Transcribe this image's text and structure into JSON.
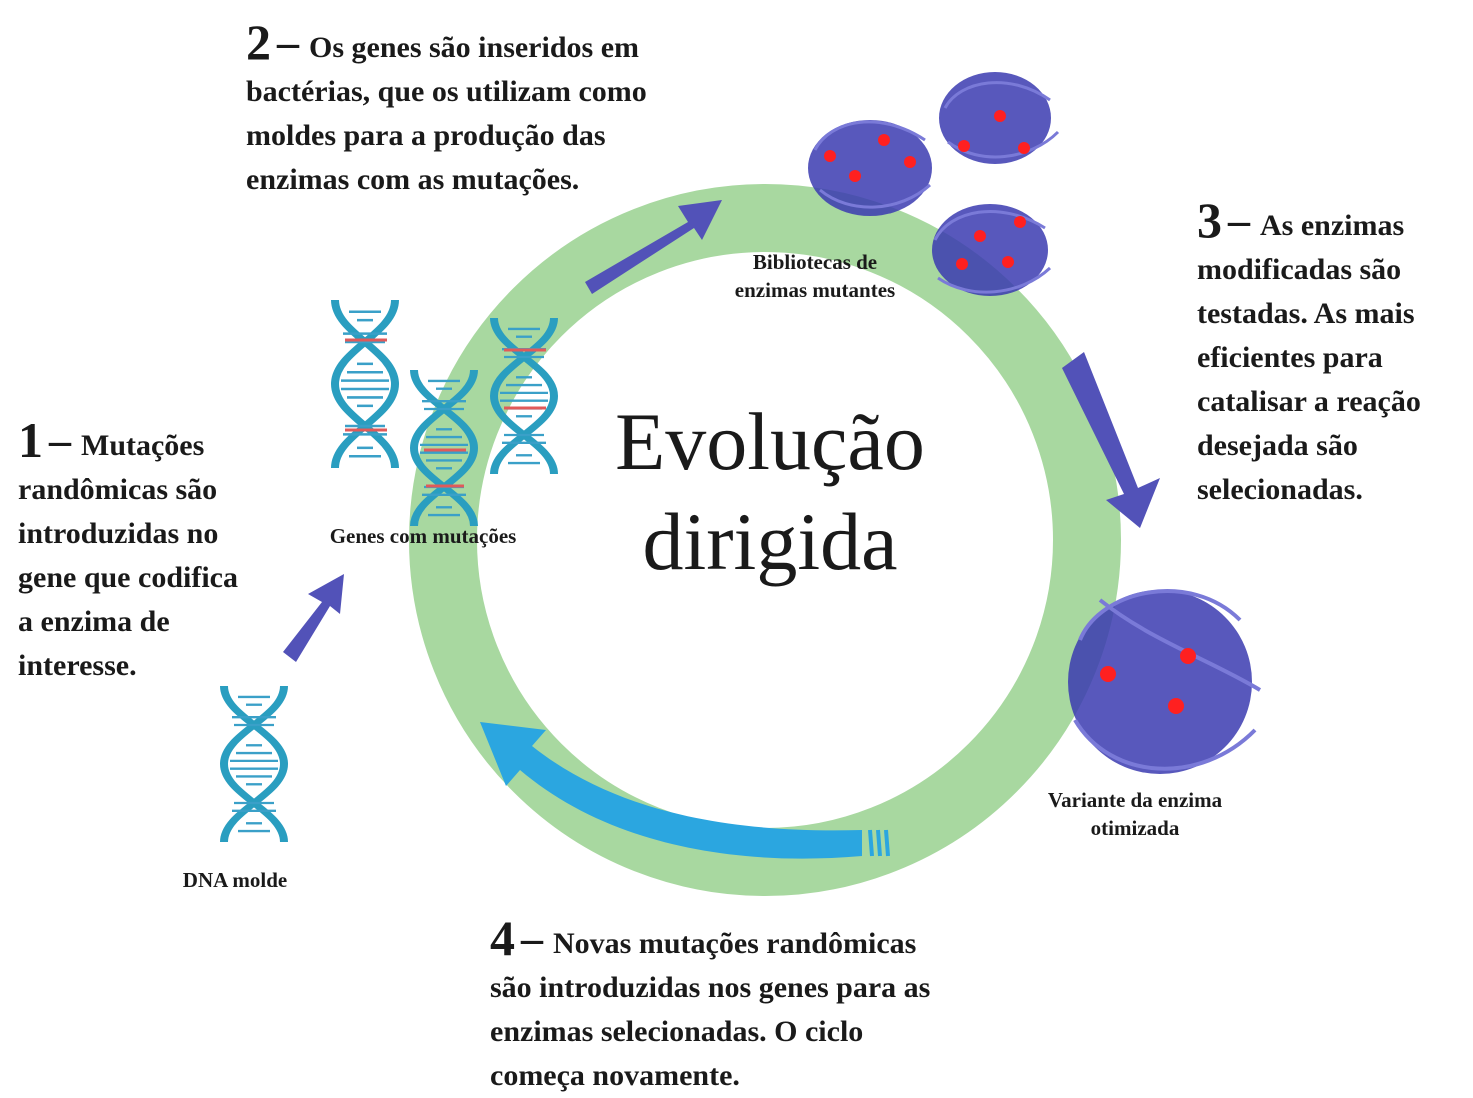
{
  "center_title": [
    "Evolução",
    "dirigida"
  ],
  "steps": [
    {
      "number": "1",
      "dash": "–",
      "text_lines": [
        "Mutações",
        "randômicas são",
        "introduzidas no",
        "gene que codifica",
        "a enzima de",
        "interesse."
      ]
    },
    {
      "number": "2",
      "dash": "–",
      "text_lines": [
        "Os genes são inseridos em",
        "bactérias, que os utilizam como",
        "moldes para a produção das",
        "enzimas com as mutações."
      ]
    },
    {
      "number": "3",
      "dash": "–",
      "text_lines": [
        "As enzimas",
        "modificadas são",
        "testadas.  As mais",
        "eficientes para",
        "catalisar a reação",
        "desejada são",
        "selecionadas."
      ]
    },
    {
      "number": "4",
      "dash": "–",
      "text_lines": [
        "Novas mutações randômicas",
        "são introduzidas nos genes para as",
        "enzimas selecionadas. O ciclo",
        "começa novamente."
      ]
    }
  ],
  "labels": {
    "genes": "Genes com mutações",
    "dna": "DNA molde",
    "libraries": [
      "Bibliotecas de",
      "enzimas mutantes"
    ],
    "variant": [
      "Variante da enzima",
      "otimizada"
    ]
  },
  "colors": {
    "ring": "#a8d8a0",
    "arrow_purple": "#5252b8",
    "arrow_blue": "#2ba6e0",
    "dna_helix": "#2a9ec0",
    "dna_rungs": "#3aa0c8",
    "dna_mutation": "#e05a5a",
    "protein": "#3b3bb0",
    "mutation_dot": "#ff2020"
  }
}
